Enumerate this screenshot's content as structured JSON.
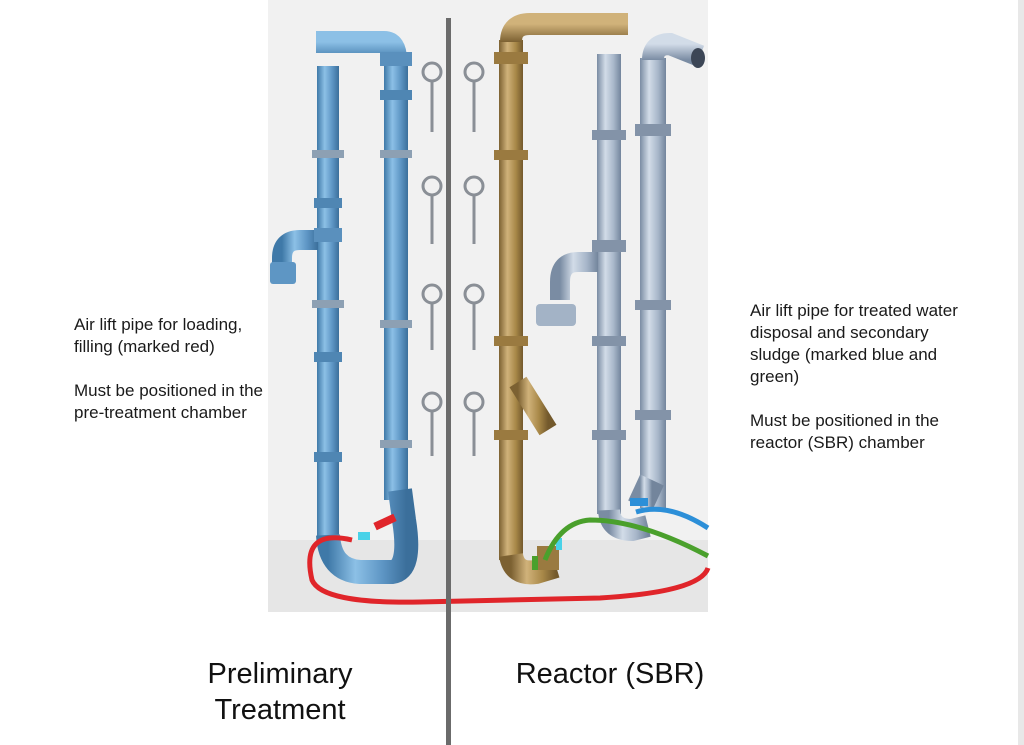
{
  "captions": {
    "left": {
      "line1": "Air lift pipe for loading, filling (marked red)",
      "line2": "Must be positioned in the pre-treatment chamber"
    },
    "right": {
      "line1": "Air lift pipe for treated water disposal and secondary sludge (marked blue and green)",
      "line2": "Must be positioned in the reactor (SBR) chamber"
    }
  },
  "labels": {
    "preliminary": "Preliminary Treatment",
    "reactor": "Reactor (SBR)"
  },
  "colors": {
    "blue_pipe": "#6fa6d1",
    "grey_blue_pipe": "#a9b9cc",
    "brown_pipe": "#b39459",
    "red_hose": "#e0252a",
    "green_hose": "#4aa02c",
    "blue_hose": "#2c8fd8",
    "divider": "#6b6b6b"
  }
}
